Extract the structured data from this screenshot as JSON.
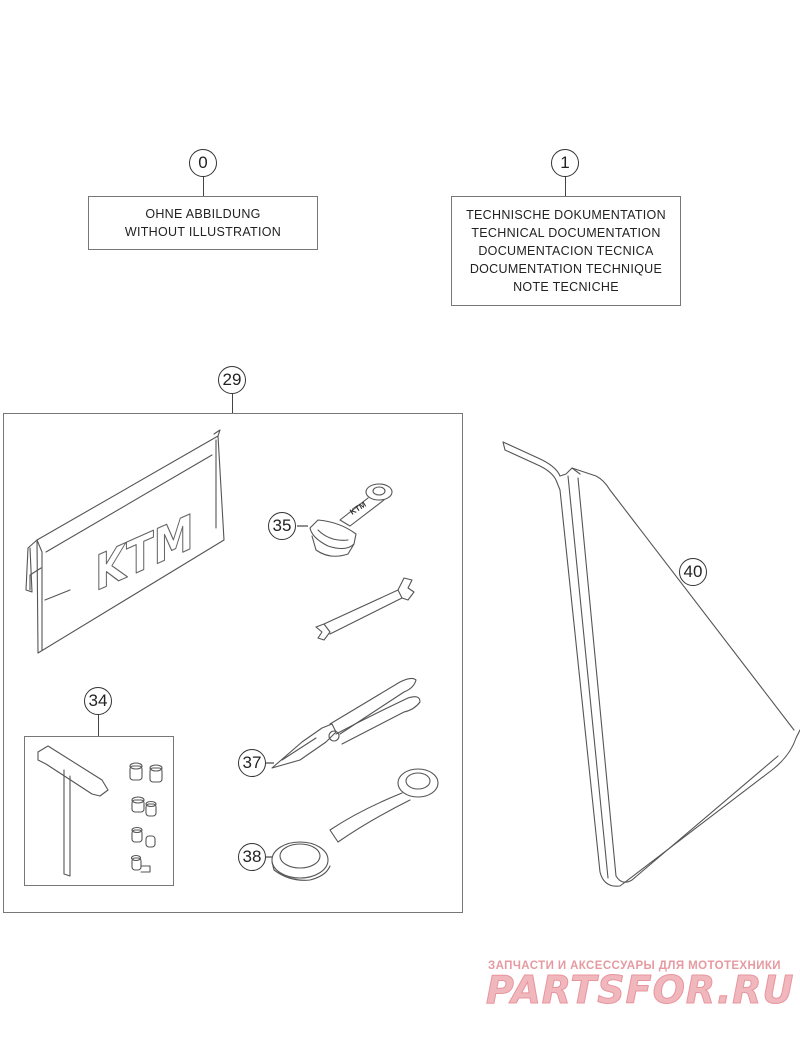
{
  "callouts": {
    "item0": "0",
    "item1": "1",
    "item29": "29",
    "item34": "34",
    "item35": "35",
    "item37": "37",
    "item38": "38",
    "item40": "40"
  },
  "labels": {
    "item0": [
      "OHNE ABBILDUNG",
      "WITHOUT ILLUSTRATION"
    ],
    "item1": [
      "TECHNISCHE DOKUMENTATION",
      "TECHNICAL DOCUMENTATION",
      "DOCUMENTACION TECNICA",
      "DOCUMENTATION TECHNIQUE",
      "NOTE TECNICHE"
    ]
  },
  "logo_text": "KTM",
  "watermark": {
    "subtitle": "ЗАПЧАСТИ И АКСЕССУАРЫ ДЛЯ МОТОТЕХНИКИ",
    "site": "PARTSFOR.RU"
  }
}
